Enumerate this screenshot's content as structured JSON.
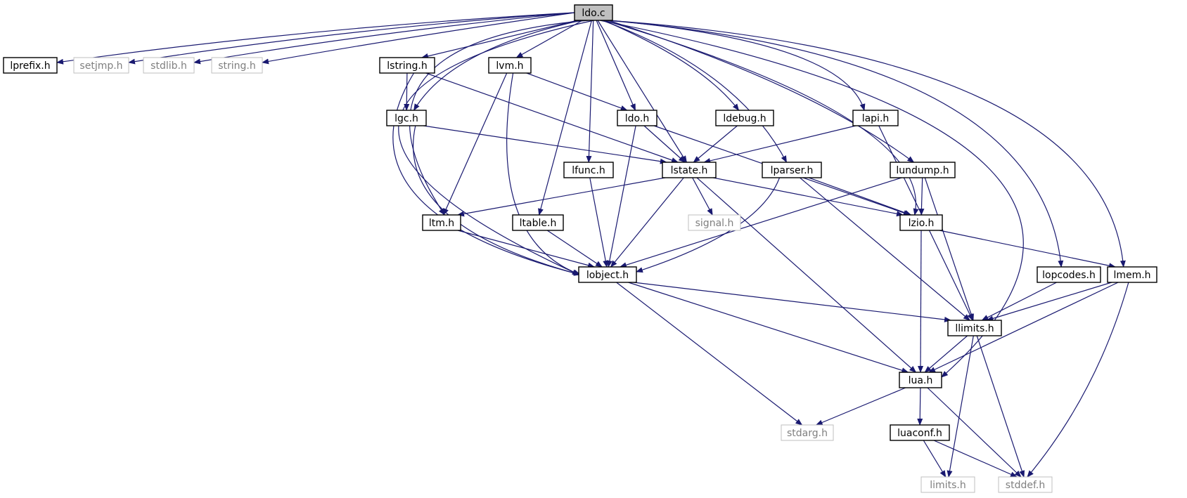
{
  "graph": {
    "edge_color": "#191970",
    "focus_fill": "#bfbfbf",
    "system_border": "#bfbfbf",
    "system_text": "#7f7f7f",
    "nodes": [
      {
        "id": "ldo_c",
        "label": "ldo.c",
        "style": "focus"
      },
      {
        "id": "lprefix_h",
        "label": "lprefix.h",
        "style": "normal"
      },
      {
        "id": "setjmp_h",
        "label": "setjmp.h",
        "style": "system"
      },
      {
        "id": "stdlib_h",
        "label": "stdlib.h",
        "style": "system"
      },
      {
        "id": "string_h",
        "label": "string.h",
        "style": "system"
      },
      {
        "id": "lstring_h",
        "label": "lstring.h",
        "style": "normal"
      },
      {
        "id": "lvm_h",
        "label": "lvm.h",
        "style": "normal"
      },
      {
        "id": "lgc_h",
        "label": "lgc.h",
        "style": "normal"
      },
      {
        "id": "ldo_h",
        "label": "ldo.h",
        "style": "normal"
      },
      {
        "id": "ldebug_h",
        "label": "ldebug.h",
        "style": "normal"
      },
      {
        "id": "lapi_h",
        "label": "lapi.h",
        "style": "normal"
      },
      {
        "id": "lfunc_h",
        "label": "lfunc.h",
        "style": "normal"
      },
      {
        "id": "lstate_h",
        "label": "lstate.h",
        "style": "normal"
      },
      {
        "id": "lparser_h",
        "label": "lparser.h",
        "style": "normal"
      },
      {
        "id": "lundump_h",
        "label": "lundump.h",
        "style": "normal"
      },
      {
        "id": "ltm_h",
        "label": "ltm.h",
        "style": "normal"
      },
      {
        "id": "ltable_h",
        "label": "ltable.h",
        "style": "normal"
      },
      {
        "id": "signal_h",
        "label": "signal.h",
        "style": "system"
      },
      {
        "id": "lzio_h",
        "label": "lzio.h",
        "style": "normal"
      },
      {
        "id": "lobject_h",
        "label": "lobject.h",
        "style": "normal"
      },
      {
        "id": "lopcodes_h",
        "label": "lopcodes.h",
        "style": "normal"
      },
      {
        "id": "lmem_h",
        "label": "lmem.h",
        "style": "normal"
      },
      {
        "id": "llimits_h",
        "label": "llimits.h",
        "style": "normal"
      },
      {
        "id": "lua_h",
        "label": "lua.h",
        "style": "normal"
      },
      {
        "id": "stdarg_h",
        "label": "stdarg.h",
        "style": "system"
      },
      {
        "id": "luaconf_h",
        "label": "luaconf.h",
        "style": "normal"
      },
      {
        "id": "limits_h",
        "label": "limits.h",
        "style": "system"
      },
      {
        "id": "stddef_h",
        "label": "stddef.h",
        "style": "system"
      }
    ],
    "edges": [
      [
        "ldo_c",
        "lprefix_h"
      ],
      [
        "ldo_c",
        "setjmp_h"
      ],
      [
        "ldo_c",
        "stdlib_h"
      ],
      [
        "ldo_c",
        "string_h"
      ],
      [
        "ldo_c",
        "lstring_h"
      ],
      [
        "ldo_c",
        "lvm_h"
      ],
      [
        "ldo_c",
        "lgc_h"
      ],
      [
        "ldo_c",
        "ldo_h"
      ],
      [
        "ldo_c",
        "ldebug_h"
      ],
      [
        "ldo_c",
        "lapi_h"
      ],
      [
        "ldo_c",
        "lfunc_h"
      ],
      [
        "ldo_c",
        "lstate_h"
      ],
      [
        "ldo_c",
        "lparser_h"
      ],
      [
        "ldo_c",
        "lundump_h"
      ],
      [
        "ldo_c",
        "ltm_h"
      ],
      [
        "ldo_c",
        "ltable_h"
      ],
      [
        "ldo_c",
        "lzio_h"
      ],
      [
        "ldo_c",
        "lobject_h"
      ],
      [
        "ldo_c",
        "lopcodes_h"
      ],
      [
        "ldo_c",
        "lmem_h"
      ],
      [
        "ldo_c",
        "lua_h"
      ],
      [
        "lstring_h",
        "lgc_h"
      ],
      [
        "lstring_h",
        "lstate_h"
      ],
      [
        "lstring_h",
        "lobject_h"
      ],
      [
        "lvm_h",
        "ldo_h"
      ],
      [
        "lvm_h",
        "ltm_h"
      ],
      [
        "lvm_h",
        "lobject_h"
      ],
      [
        "lgc_h",
        "lstate_h"
      ],
      [
        "lgc_h",
        "lobject_h"
      ],
      [
        "ldo_h",
        "lstate_h"
      ],
      [
        "ldo_h",
        "lzio_h"
      ],
      [
        "ldo_h",
        "lobject_h"
      ],
      [
        "ldebug_h",
        "lstate_h"
      ],
      [
        "lapi_h",
        "lstate_h"
      ],
      [
        "lapi_h",
        "llimits_h"
      ],
      [
        "lfunc_h",
        "lobject_h"
      ],
      [
        "lstate_h",
        "ltm_h"
      ],
      [
        "lstate_h",
        "signal_h"
      ],
      [
        "lstate_h",
        "lzio_h"
      ],
      [
        "lstate_h",
        "lobject_h"
      ],
      [
        "lstate_h",
        "lua_h"
      ],
      [
        "lparser_h",
        "lzio_h"
      ],
      [
        "lparser_h",
        "lobject_h"
      ],
      [
        "lparser_h",
        "llimits_h"
      ],
      [
        "lundump_h",
        "lzio_h"
      ],
      [
        "lundump_h",
        "lobject_h"
      ],
      [
        "lundump_h",
        "llimits_h"
      ],
      [
        "ltm_h",
        "lobject_h"
      ],
      [
        "ltable_h",
        "lobject_h"
      ],
      [
        "lzio_h",
        "lmem_h"
      ],
      [
        "lzio_h",
        "lua_h"
      ],
      [
        "lobject_h",
        "llimits_h"
      ],
      [
        "lobject_h",
        "lua_h"
      ],
      [
        "lobject_h",
        "stdarg_h"
      ],
      [
        "lopcodes_h",
        "llimits_h"
      ],
      [
        "lmem_h",
        "llimits_h"
      ],
      [
        "lmem_h",
        "lua_h"
      ],
      [
        "lmem_h",
        "stddef_h"
      ],
      [
        "llimits_h",
        "lua_h"
      ],
      [
        "llimits_h",
        "limits_h"
      ],
      [
        "llimits_h",
        "stddef_h"
      ],
      [
        "lua_h",
        "stdarg_h"
      ],
      [
        "lua_h",
        "luaconf_h"
      ],
      [
        "lua_h",
        "stddef_h"
      ],
      [
        "luaconf_h",
        "limits_h"
      ],
      [
        "luaconf_h",
        "stddef_h"
      ]
    ]
  }
}
